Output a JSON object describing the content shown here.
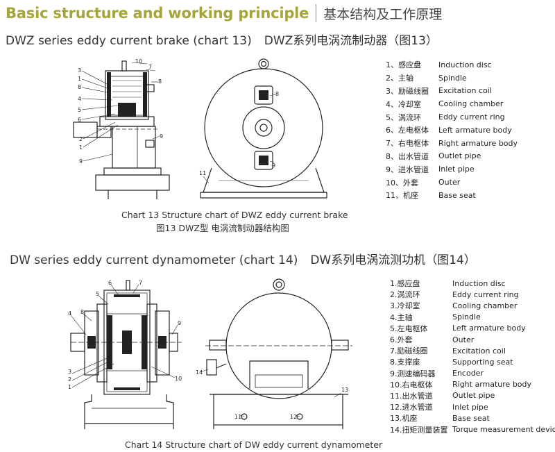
{
  "header": {
    "title": "Basic structure and working principle",
    "subtitle": "基本结构及工作原理"
  },
  "section1": {
    "title_en": "DWZ series eddy current brake (chart 13)",
    "title_zh": "DWZ系列电涡流制动器（图13）",
    "caption_en": "Chart 13  Structure chart of DWZ eddy current brake",
    "caption_zh": "图13 DWZ型 电涡流制动器结构图",
    "callouts_left": [
      "10",
      "3",
      "1",
      "8",
      "4",
      "5",
      "6",
      "2",
      "1",
      "9",
      "7",
      "8",
      "9"
    ],
    "callouts_right": [
      "8",
      "9",
      "11"
    ],
    "legend": [
      {
        "zh": "1、感应盘",
        "en": "Induction disc"
      },
      {
        "zh": "2、主轴",
        "en": "Spindle"
      },
      {
        "zh": "3、励磁线圈",
        "en": "Excitation coil"
      },
      {
        "zh": "4、冷却室",
        "en": "Cooling chamber"
      },
      {
        "zh": "5、涡流环",
        "en": "Eddy current ring"
      },
      {
        "zh": "6、左电枢体",
        "en": "Left armature body"
      },
      {
        "zh": "7、右电枢体",
        "en": "Right armature body"
      },
      {
        "zh": "8、出水管道",
        "en": "Outlet pipe"
      },
      {
        "zh": "9、进水管道",
        "en": "Inlet pipe"
      },
      {
        "zh": "10、外套",
        "en": "Outer"
      },
      {
        "zh": "11、机座",
        "en": "Base seat"
      }
    ]
  },
  "section2": {
    "title_en": "DW series eddy current dynamometer (chart 14)",
    "title_zh": "DW系列电涡流测功机（图14）",
    "caption_en": "Chart 14  Structure chart of DW eddy current dynamometer",
    "callouts_left": [
      "6",
      "7",
      "5",
      "4",
      "8",
      "9",
      "3",
      "2",
      "1",
      "10"
    ],
    "callouts_right": [
      "14",
      "13",
      "11",
      "12"
    ],
    "legend": [
      {
        "zh": "1.感应盘",
        "en": "Induction disc"
      },
      {
        "zh": "2.涡流环",
        "en": "Eddy current ring"
      },
      {
        "zh": "3.冷却室",
        "en": "Cooling chamber"
      },
      {
        "zh": "4.主轴",
        "en": "Spindle"
      },
      {
        "zh": "5.左电枢体",
        "en": "Left armature body"
      },
      {
        "zh": "6.外套",
        "en": "Outer"
      },
      {
        "zh": "7.励磁线圈",
        "en": "Excitation coil"
      },
      {
        "zh": "8.支撑座",
        "en": "Supporting seat"
      },
      {
        "zh": "9.测速编码器",
        "en": "Encoder"
      },
      {
        "zh": "10.右电枢体",
        "en": "Right armature body"
      },
      {
        "zh": "11.出水管道",
        "en": "Outlet pipe"
      },
      {
        "zh": "12.进水管道",
        "en": "Inlet pipe"
      },
      {
        "zh": "13.机座",
        "en": "Base seat"
      },
      {
        "zh": "14.扭矩测量装置",
        "en": "Torque measurement device"
      }
    ]
  }
}
